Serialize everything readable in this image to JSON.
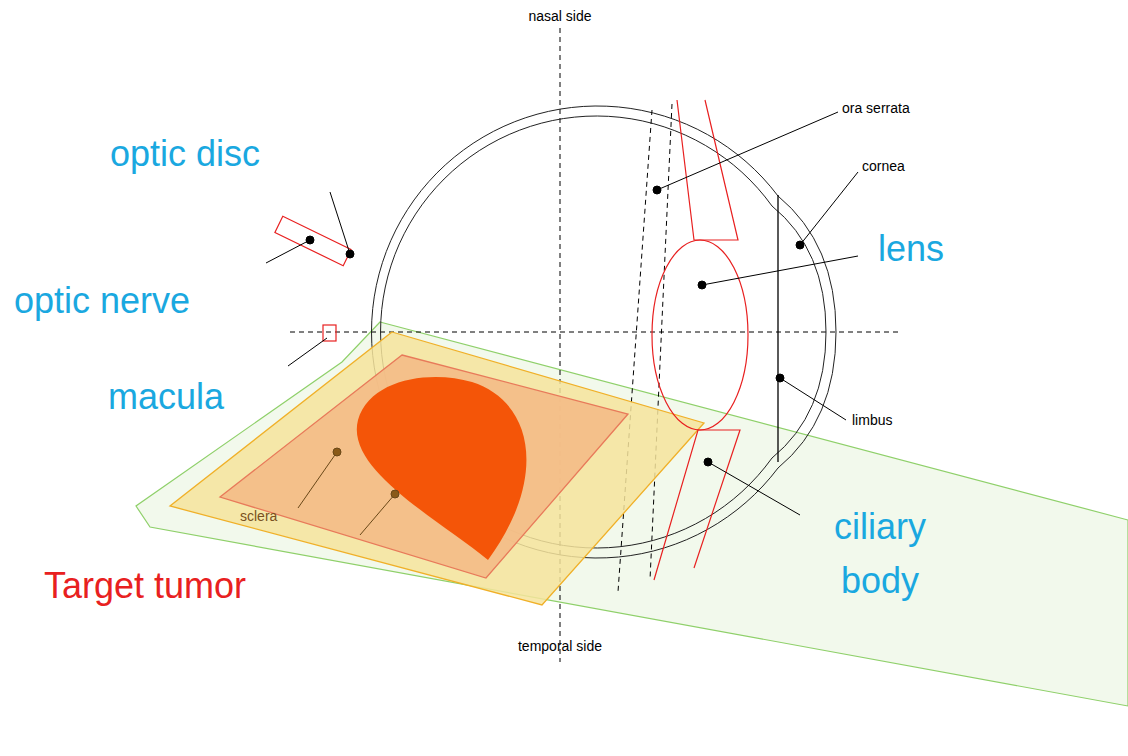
{
  "diagram": {
    "labels": [
      "nasal side",
      "ora serrata",
      "cornea",
      "optic disc",
      "lens",
      "optic nerve",
      "macula",
      "limbus",
      "sclera",
      "Target tumor",
      "ciliary body",
      "temporal side"
    ]
  }
}
